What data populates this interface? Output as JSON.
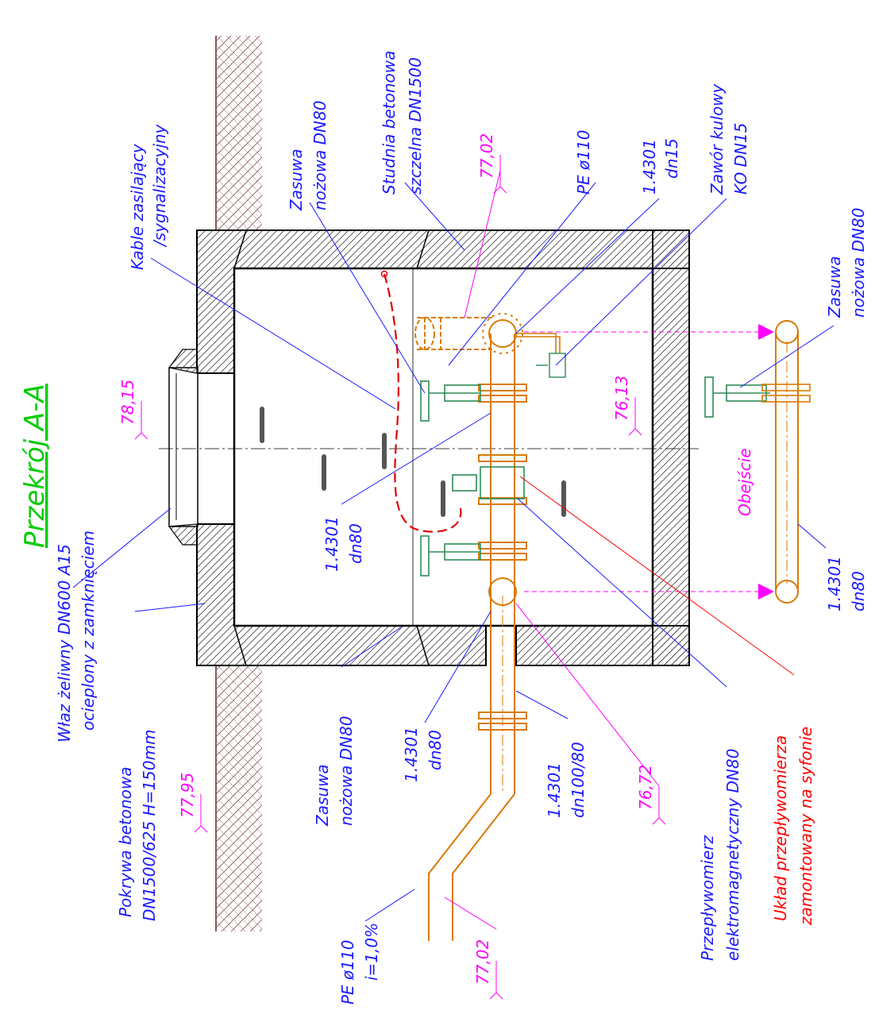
{
  "title": "Przekrój A-A",
  "colors": {
    "label": "#1a1aff",
    "elevation": "#ff00ff",
    "highlight": "#ff0000",
    "title": "#00cc00",
    "pipe": "#d97a00",
    "valve": "#2e8b57",
    "concrete_hatch": "#333333",
    "soil_hatch": "#8b5a5a",
    "cable": "#e00000"
  },
  "labels": {
    "hatch": [
      "Właz żeliwny DN600 A15",
      "ocieplony z zamknięciem"
    ],
    "cover": [
      "Pokrywa betonowa",
      "DN1500/625 H=150mm"
    ],
    "cable": [
      "Kable zasilający",
      "/sygnalizacyjny"
    ],
    "gate_top": [
      "Zasuwa",
      "nożowa DN80"
    ],
    "well": [
      "Studnia betonowa",
      "szczelna DN1500"
    ],
    "pe_top": [
      "PE ø110"
    ],
    "steel_dn15": [
      "1.4301",
      "dn15"
    ],
    "ball_valve": [
      "Zawór kulowy",
      "KO DN15"
    ],
    "gate_bypass": [
      "Zasuwa",
      "nożowa DN80"
    ],
    "steel_bypass": [
      "1.4301",
      "dn80"
    ],
    "bypass": "Obejście",
    "steel_mid": [
      "1.4301",
      "dn80"
    ],
    "gate_bottom": [
      "Zasuwa",
      "nożowa DN80"
    ],
    "steel_riser": [
      "1.4301",
      "dn80"
    ],
    "steel_reducer": [
      "1.4301",
      "dn100/80"
    ],
    "flowmeter": [
      "Przepływomierz",
      "elektromagnetyczny DN80"
    ],
    "siphon_note": [
      "Układ przepływomierza",
      "zamontowany na syfonie"
    ],
    "pe_inlet": [
      "PE ø110",
      "i=1,0%"
    ]
  },
  "elevations": {
    "ground": "77,95",
    "hatch_top": "78,15",
    "pe_top": "77,02",
    "bypass_axis": "76,13",
    "bottom_pipe": "76,72",
    "inlet": "77,02"
  }
}
